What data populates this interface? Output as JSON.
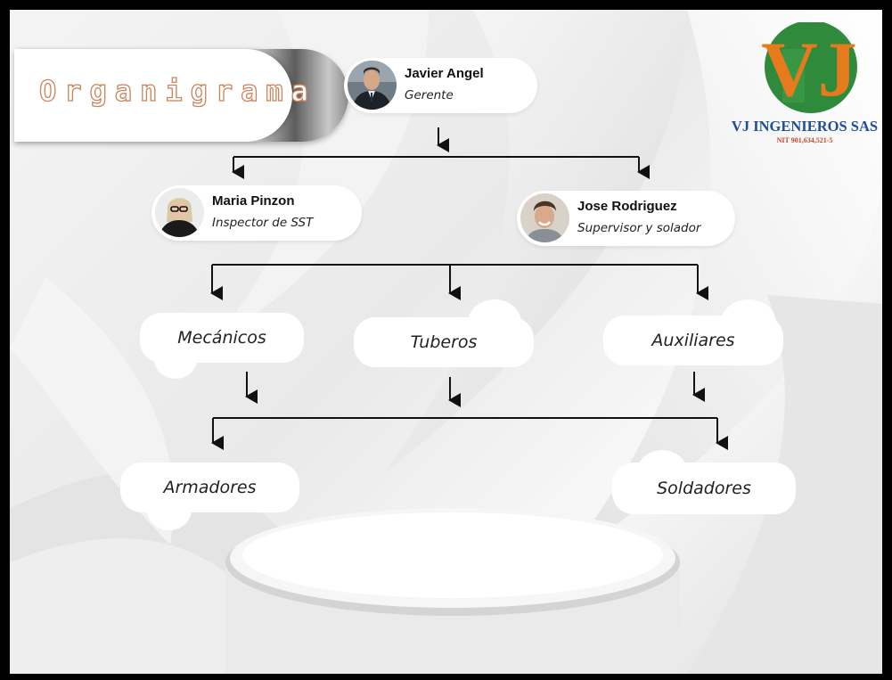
{
  "title": "Organigrama",
  "logo": {
    "initials": "VJ",
    "company": "VJ INGENIEROS SAS",
    "nit": "NIT 901,634,521-5",
    "colors": {
      "circle": "#2f8a3c",
      "letters": "#e87a1e",
      "company": "#1f4e97",
      "nit": "#c14a2a"
    }
  },
  "people": [
    {
      "id": "gerente",
      "name": "Javier Angel",
      "role": "Gerente"
    },
    {
      "id": "inspector",
      "name": "Maria Pinzon",
      "role": "Inspector de SST"
    },
    {
      "id": "supervisor",
      "name": "Jose Rodriguez",
      "role": "Supervisor y solador"
    }
  ],
  "groups": {
    "mecanicos": "Mecánicos",
    "tuberos": "Tuberos",
    "auxiliares": "Auxiliares",
    "armadores": "Armadores",
    "soldadores": "Soldadores"
  },
  "colors": {
    "connector": "#111111",
    "title_outline": "#c9845c"
  }
}
